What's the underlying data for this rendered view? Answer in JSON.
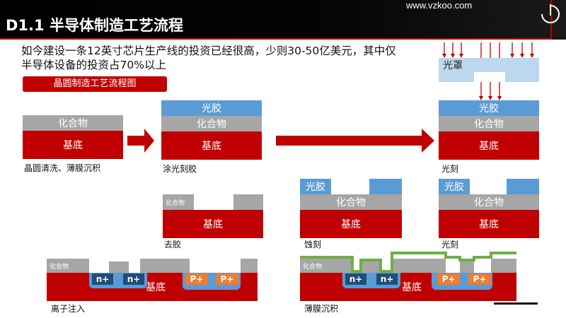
{
  "header": {
    "title": "D1.1  半导体制造工艺流程",
    "url": "www.vzkoo.com"
  },
  "intro": {
    "line1": "如今建设一条12英寸芯片生产线的投资已经很高，少则30-50亿美元，其中仅",
    "line2": "半导体设备的投资占70%以上"
  },
  "tag": "晶圆制造工艺流程图",
  "layers": {
    "substrate": "基底",
    "compound": "化合物",
    "photoresist": "光胶",
    "mask": "光罩"
  },
  "dopants": {
    "n": "n+",
    "p": "P+"
  },
  "steps": {
    "s1": "晶圆清洗、薄膜沉积",
    "s2": "涂光刻胶",
    "s3": "光刻",
    "s4": "蚀刻",
    "s5": "光刻",
    "s6": "去胶",
    "s7": "离子注入",
    "s8": "薄膜沉积"
  },
  "colors": {
    "substrate": "#c00000",
    "compound": "#a6a6a6",
    "photoresist": "#5b9bd5",
    "mask": "#bdd7ee",
    "film": "#70ad47",
    "n_dopant": "#1f4e79",
    "p_dopant": "#ed7d31"
  }
}
